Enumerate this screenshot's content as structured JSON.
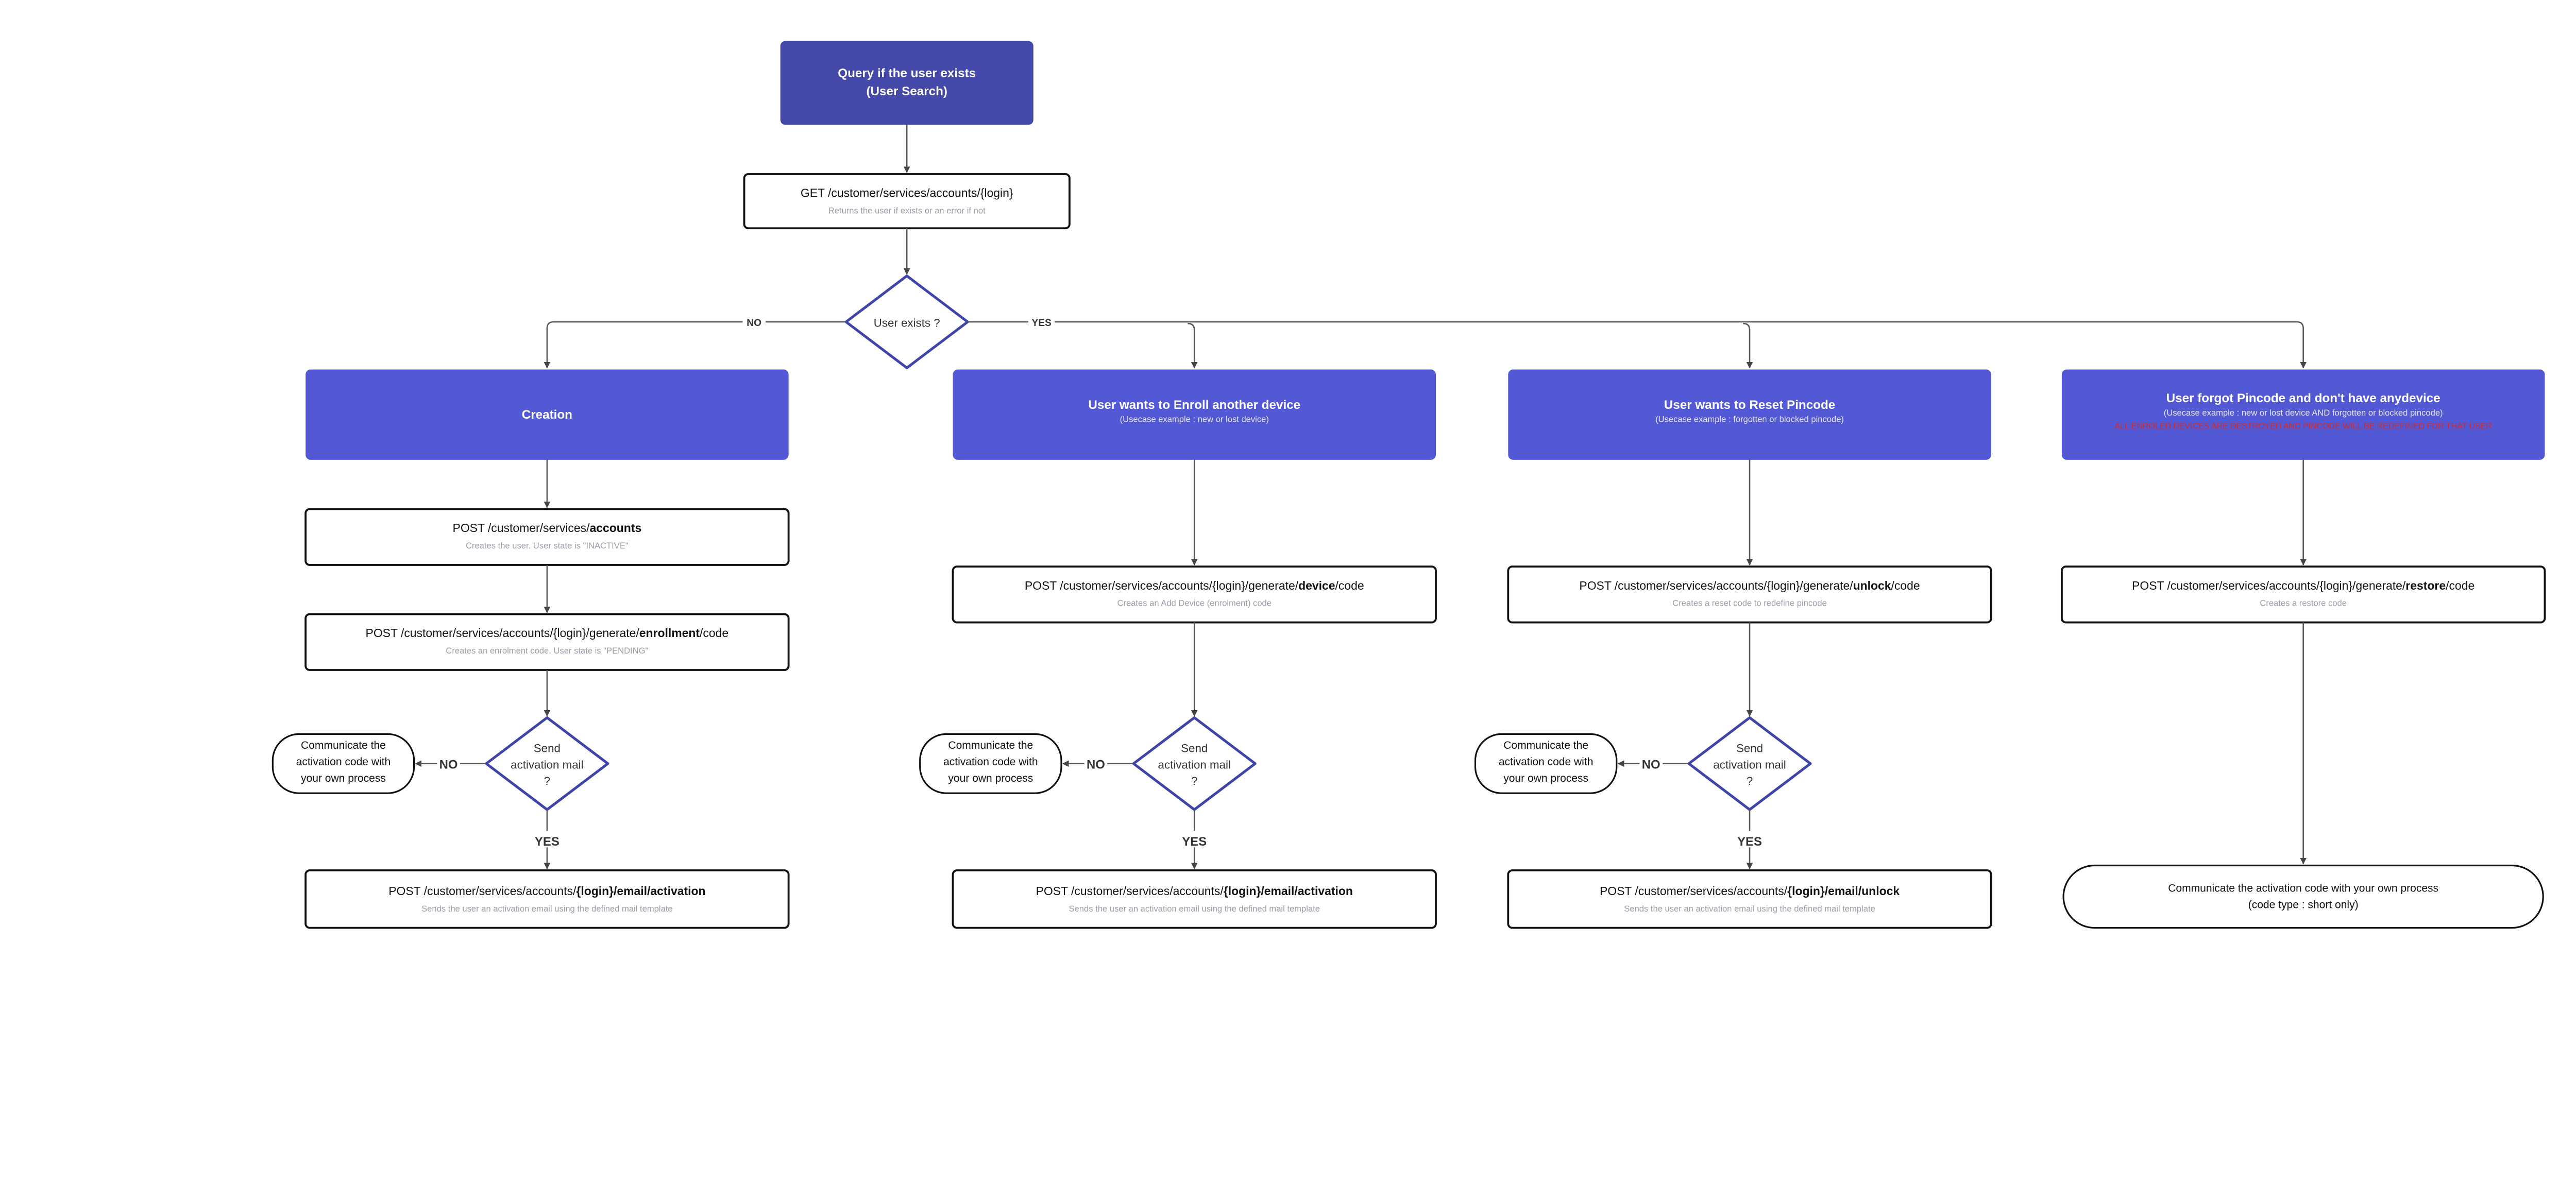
{
  "colors": {
    "query_box": "#4448a8",
    "branch_box": "#5358d4",
    "decision_stroke": "#3f45a8",
    "warning": "#d22a2a",
    "description": "#9a9ea8"
  },
  "query": {
    "title_line1": "Query if the user exists",
    "title_line2": "(User Search)"
  },
  "get_step": {
    "api": "GET /customer/services/accounts/{login}",
    "description": "Returns the user if exists or an error if not"
  },
  "user_exists": {
    "label": "User exists ?",
    "no": "NO",
    "yes": "YES"
  },
  "branches": [
    {
      "title": "Creation",
      "steps": [
        {
          "pre": "POST /customer/services/",
          "bold": "accounts",
          "post": "",
          "description": "Creates the user. User state is \"INACTIVE\""
        },
        {
          "pre": "POST /customer/services/accounts/{login}/generate/",
          "bold": "enrollment",
          "post": "/code",
          "description": "Creates an enrolment code. User state is \"PENDING\""
        }
      ],
      "decision": {
        "line1": "Send",
        "line2": "activation mail",
        "line3": "?",
        "no": "NO",
        "yes": "YES"
      },
      "manual": {
        "line1": "Communicate the",
        "line2": "activation code with",
        "line3": "your own process"
      },
      "final": {
        "pre": "POST /customer/services/accounts/",
        "bold": "{login}/email/activation",
        "post": "",
        "description": "Sends the user an activation email using the defined mail template"
      }
    },
    {
      "title": "User wants to Enroll another device",
      "subtitle": "(Usecase example : new or lost device)",
      "steps": [
        {
          "pre": "POST /customer/services/accounts/{login}/generate/",
          "bold": "device",
          "post": "/code",
          "description": "Creates an Add Device (enrolment) code"
        }
      ],
      "decision": {
        "line1": "Send",
        "line2": "activation mail",
        "line3": "?",
        "no": "NO",
        "yes": "YES"
      },
      "manual": {
        "line1": "Communicate the",
        "line2": "activation code with",
        "line3": "your own process"
      },
      "final": {
        "pre": "POST /customer/services/accounts/",
        "bold": "{login}/email/activation",
        "post": "",
        "description": "Sends the user an activation email using the defined mail template"
      }
    },
    {
      "title": "User wants to Reset Pincode",
      "subtitle": "(Usecase example : forgotten or blocked pincode)",
      "steps": [
        {
          "pre": "POST /customer/services/accounts/{login}/generate/",
          "bold": "unlock",
          "post": "/code",
          "description": "Creates a reset code to redefine pincode"
        }
      ],
      "decision": {
        "line1": "Send",
        "line2": "activation mail",
        "line3": "?",
        "no": "NO",
        "yes": "YES"
      },
      "manual": {
        "line1": "Communicate the",
        "line2": "activation code with",
        "line3": "your own process"
      },
      "final": {
        "pre": "POST /customer/services/accounts/",
        "bold": "{login}/email/unlock",
        "post": "",
        "description": "Sends the user an activation email using the defined mail template"
      }
    },
    {
      "title": "User forgot Pincode and don't have anydevice",
      "subtitle": "(Usecase example : new or lost device AND forgotten or blocked pincode)",
      "warning": "ALL ENROLED DEVICES ARE DESTROYED AND PINCODE WILL BE REDEFINED FOR THAT USER",
      "steps": [
        {
          "pre": "POST /customer/services/accounts/{login}/generate/",
          "bold": "restore",
          "post": "/code",
          "description": "Creates a restore code"
        }
      ],
      "terminal": {
        "line1": "Communicate the activation code with your own process",
        "line2": "(code type : short only)"
      }
    }
  ]
}
